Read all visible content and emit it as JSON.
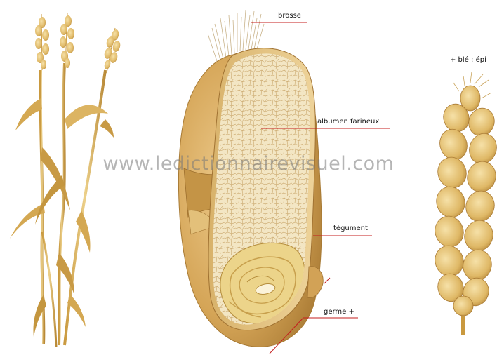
{
  "labels": {
    "brosse": "brosse",
    "albumen": "albumen farineux",
    "tegument": "tégument",
    "germe": "germe +",
    "epi": "+ blé : épi"
  },
  "watermark": "www.ledictionnairevisuel.com",
  "colors": {
    "leader_line": "#c41e1e",
    "grain_outer": "#d9ad5c",
    "grain_dark": "#b8863a",
    "albumen": "#f3e6c4",
    "albumen_cells": "#c9a66b",
    "germ": "#e7cc78",
    "stalk": "#d7b264"
  }
}
